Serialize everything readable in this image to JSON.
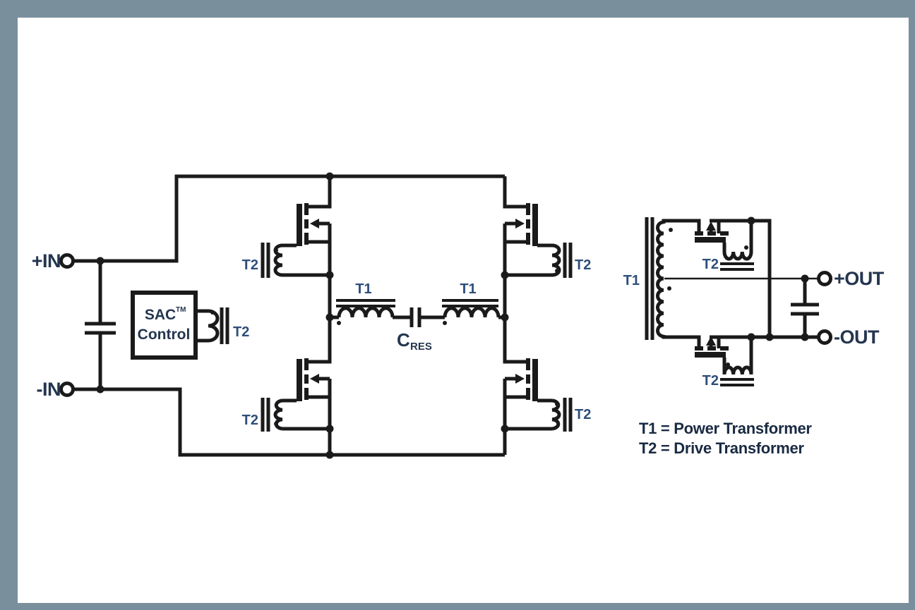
{
  "colors": {
    "border": "#7a8f9c",
    "canvas": "#ffffff",
    "wire": "#1a1a1a",
    "label_navy": "#2e4e79",
    "label_dark": "#24364f",
    "legend_color": "#192a42"
  },
  "terminals": {
    "in_pos": "+IN",
    "in_neg": "-IN",
    "out_pos": "+OUT",
    "out_neg": "-OUT"
  },
  "control_block": {
    "line1": "SAC",
    "trademark": "TM",
    "line2": "Control"
  },
  "components": {
    "power_transformer": "T1",
    "drive_transformer": "T2",
    "resonant_capacitor": "C",
    "resonant_capacitor_sub": "RES"
  },
  "legend": {
    "line1": "T1 = Power Transformer",
    "line2": "T2 = Drive Transformer"
  }
}
